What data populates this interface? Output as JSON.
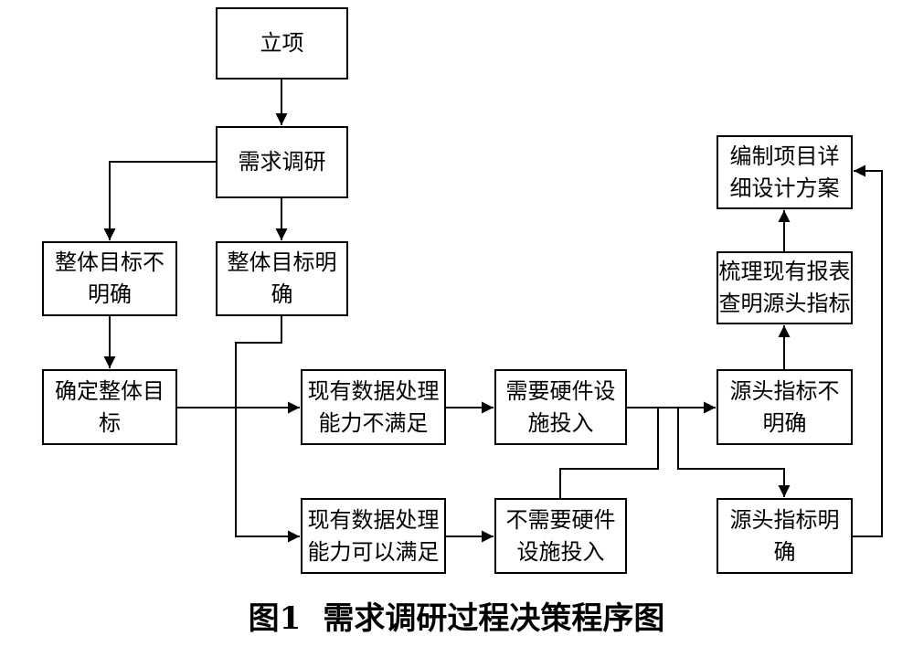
{
  "colors": {
    "ink": "#000000",
    "background": "#ffffff"
  },
  "nodes": {
    "start": {
      "lines": [
        "立项"
      ]
    },
    "research": {
      "lines": [
        "需求调研"
      ]
    },
    "goal_unclear": {
      "lines": [
        "整体目标不",
        "明确"
      ]
    },
    "goal_clear": {
      "lines": [
        "整体目标明",
        "确"
      ]
    },
    "define_goal": {
      "lines": [
        "确定整体目",
        "标"
      ]
    },
    "capacity_insufficient": {
      "lines": [
        "现有数据处理",
        "能力不满足"
      ]
    },
    "hardware_needed": {
      "lines": [
        "需要硬件设",
        "施投入"
      ]
    },
    "source_unclear": {
      "lines": [
        "源头指标不",
        "明确"
      ]
    },
    "review_reports": {
      "lines": [
        "梳理现有报表",
        "查明源头指标"
      ]
    },
    "detailed_design": {
      "lines": [
        "编制项目详",
        "细设计方案"
      ]
    },
    "capacity_sufficient": {
      "lines": [
        "现有数据处理",
        "能力可以满足"
      ]
    },
    "hardware_not_needed": {
      "lines": [
        "不需要硬件",
        "设施投入"
      ]
    },
    "source_clear": {
      "lines": [
        "源头指标明",
        "确"
      ]
    }
  },
  "caption": {
    "label": "图1",
    "title": "需求调研过程决策程序图"
  }
}
